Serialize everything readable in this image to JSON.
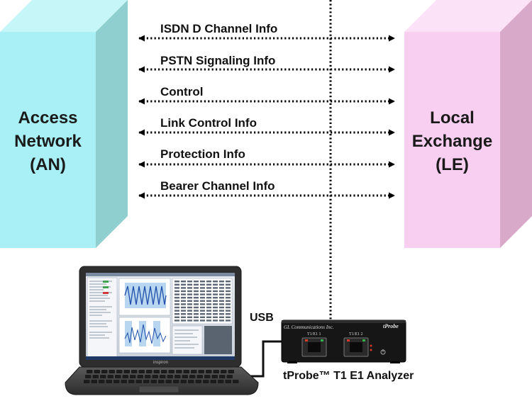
{
  "left_block": {
    "lines": [
      "Access",
      "Network",
      "(AN)"
    ],
    "color": "#a8f0f6",
    "side_color": "#8fcfcf"
  },
  "right_block": {
    "lines": [
      "Local",
      "Exchange",
      "(LE)"
    ],
    "color": "#f8cff0",
    "side_color": "#d8a9c8"
  },
  "flows": [
    {
      "label": "ISDN D Channel Info"
    },
    {
      "label": "PSTN Signaling Info"
    },
    {
      "label": "Control"
    },
    {
      "label": "Link Control Info"
    },
    {
      "label": "Protection Info"
    },
    {
      "label": "Bearer Channel Info"
    }
  ],
  "usb_label": "USB",
  "device": {
    "caption": "tProbe™ T1 E1 Analyzer",
    "brand": "GL Communications Inc.",
    "logo": "tProbe",
    "port1": "T1/E1 1",
    "port2": "T1/E1 2"
  },
  "laptop": {
    "brand": "inspiron"
  }
}
